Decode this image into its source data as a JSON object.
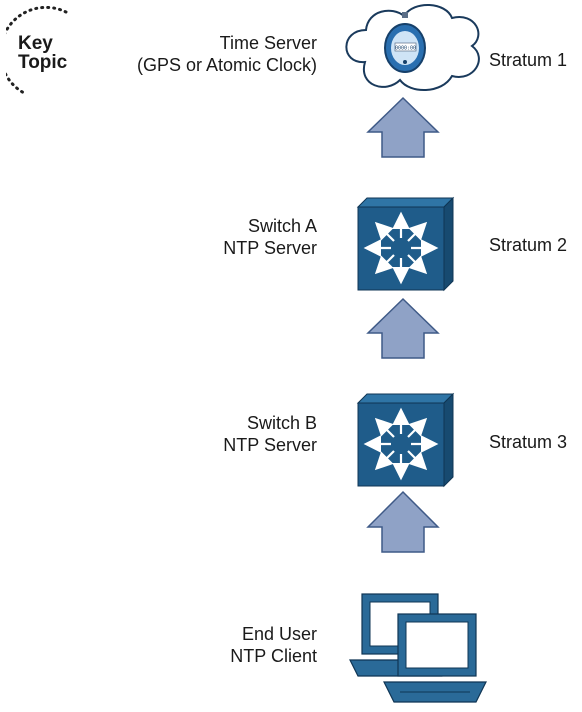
{
  "key_topic": {
    "line1": "Key",
    "line2": "Topic"
  },
  "levels": [
    {
      "name_line1": "Time Server",
      "name_line2": "(GPS or Atomic Clock)",
      "stratum": "Stratum 1",
      "clock_display": "0000:00"
    },
    {
      "name_line1": "Switch A",
      "name_line2": "NTP Server",
      "stratum": "Stratum 2"
    },
    {
      "name_line1": "Switch B",
      "name_line2": "NTP Server",
      "stratum": "Stratum 3"
    },
    {
      "name_line1": "End User",
      "name_line2": "NTP Client",
      "stratum": ""
    }
  ],
  "colors": {
    "arrow_fill": "#8fa2c6",
    "arrow_stroke": "#3f5a87",
    "switch_front": "#1f5c8a",
    "switch_top": "#2f75a6",
    "switch_side": "#174a70",
    "cloud_stroke": "#1a3a5c",
    "computer": "#2a6a98"
  },
  "icons": [
    "key-topic-icon",
    "cloud-stopwatch-icon",
    "switch-icon",
    "switch-icon",
    "workstation-icon"
  ]
}
